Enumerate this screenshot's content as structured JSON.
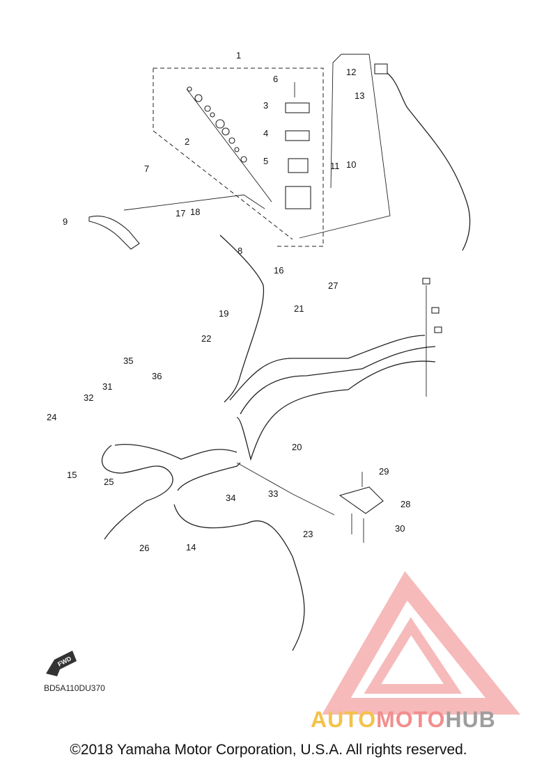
{
  "diagram": {
    "callouts": [
      "1",
      "2",
      "3",
      "4",
      "5",
      "6",
      "7",
      "8",
      "9",
      "10",
      "11",
      "12",
      "13",
      "14",
      "15",
      "16",
      "17",
      "18",
      "19",
      "20",
      "21",
      "22",
      "23",
      "24",
      "25",
      "26",
      "27",
      "28",
      "29",
      "30",
      "31",
      "32",
      "33",
      "34",
      "35",
      "36"
    ],
    "fwd_label": "FWD",
    "code": "BD5A110DU370"
  },
  "watermark": {
    "part1": "AUTO",
    "part2": "MOTO",
    "part3": "HUB",
    "colors": {
      "auto": "#f4c24a",
      "moto": "#f28e8e",
      "hub": "#9e9e9e",
      "logo": "#f3a3a3"
    }
  },
  "footer": {
    "copyright": "©2018 Yamaha Motor Corporation, U.S.A. All rights reserved."
  }
}
